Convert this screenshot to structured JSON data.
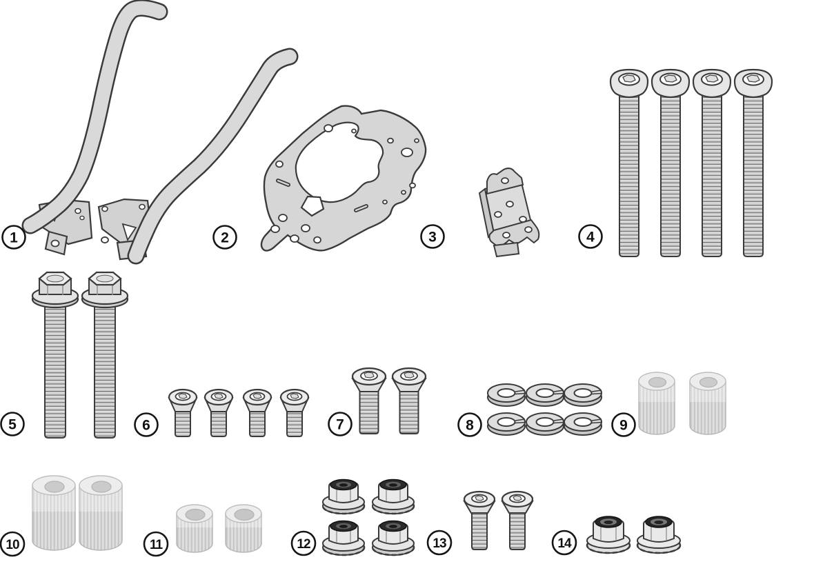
{
  "figure": {
    "background": "#ffffff",
    "outline_color": "#3a3a3a",
    "metal_fill": "#d6d6d6",
    "soft_fill": "#e0e0e0",
    "label_circle_color": "#151515",
    "parts": [
      {
        "number": "1",
        "kind": "rack-side-stay-arms",
        "count": 2
      },
      {
        "number": "2",
        "kind": "monorack-mounting-plate",
        "count": 1
      },
      {
        "number": "3",
        "kind": "support-bracket",
        "count": 1
      },
      {
        "number": "4",
        "kind": "long-button-head-bolt",
        "count": 4
      },
      {
        "number": "5",
        "kind": "hex-flange-bolt",
        "count": 2
      },
      {
        "number": "6",
        "kind": "small-countersunk-screw",
        "count": 4
      },
      {
        "number": "7",
        "kind": "large-countersunk-screw",
        "count": 2
      },
      {
        "number": "8",
        "kind": "washer",
        "count": 6
      },
      {
        "number": "9",
        "kind": "short-knurled-spacer",
        "count": 2
      },
      {
        "number": "10",
        "kind": "tall-knurled-spacer",
        "count": 2
      },
      {
        "number": "11",
        "kind": "small-spacer-bushing",
        "count": 2
      },
      {
        "number": "12",
        "kind": "serrated-flange-nut",
        "count": 4
      },
      {
        "number": "13",
        "kind": "medium-countersunk-screw",
        "count": 2
      },
      {
        "number": "14",
        "kind": "flange-lock-nut",
        "count": 2
      }
    ]
  }
}
